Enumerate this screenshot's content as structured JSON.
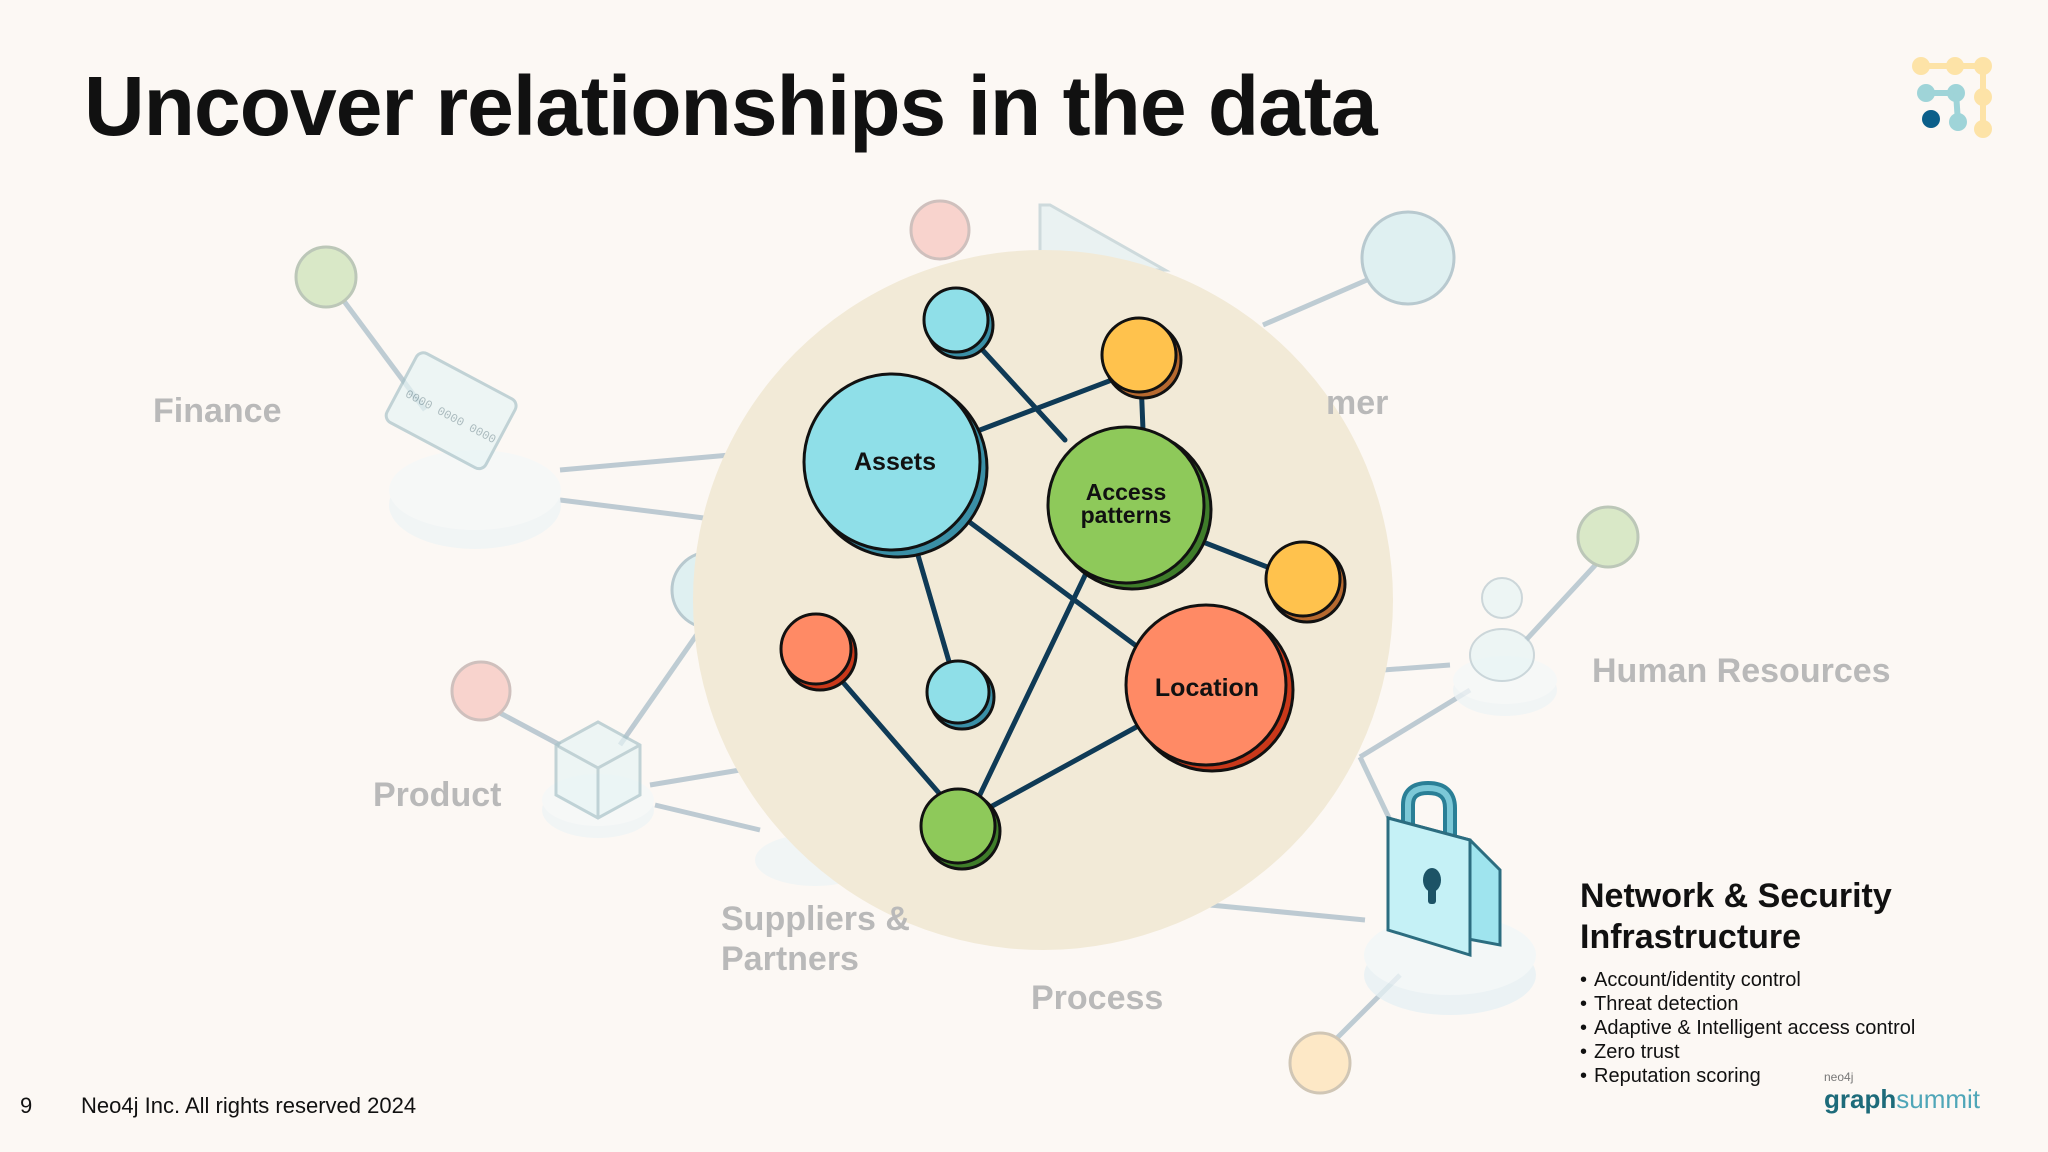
{
  "slide": {
    "title": "Uncover relationships in the data",
    "page_number": "9",
    "copyright": "Neo4j Inc. All rights reserved 2024"
  },
  "background_domains": {
    "finance": "Finance",
    "customer": "mer",
    "product": "Product",
    "human_resources": "Human Resources",
    "suppliers": "Suppliers &\nPartners",
    "process": "Process"
  },
  "graph": {
    "assets": "Assets",
    "access_patterns": "Access\npatterns",
    "location": "Location"
  },
  "info_panel": {
    "heading": "Network & Security\nInfrastructure",
    "bullets": [
      "Account/identity control",
      "Threat detection",
      "Adaptive & Intelligent access control",
      "Zero trust",
      "Reputation scoring"
    ]
  },
  "brand": {
    "small": "neo4j",
    "main_part1": "graph",
    "main_part2": "summit"
  },
  "colors": {
    "cyan": "#8fdfe8",
    "orange": "#ffc24d",
    "green": "#8ec95a",
    "coral": "#ff8a65",
    "edge": "#0f3a56",
    "spotlight": "#f2ead7"
  }
}
